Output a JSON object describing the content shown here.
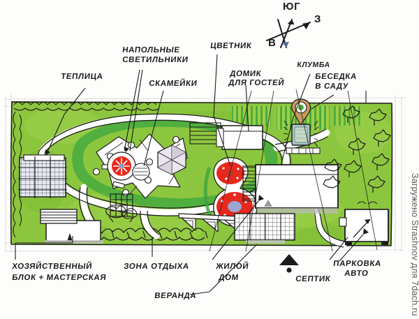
{
  "document": {
    "type": "hand-drawn landscape design plan",
    "credit_text": "Загружено Strashnov для 7dach.ru",
    "palette": {
      "lawn_green": "#8CC63E",
      "lawn_green_light": "#AFD44A",
      "hedge_green": "#3EA33C",
      "dark_green": "#2E8B2E",
      "flower_red": "#E8281E",
      "flower_center_blue": "#8C9BC6",
      "paper": "#FDFDFB",
      "ink": "#1B1B1B",
      "pencil_blue": "#5A6A9A",
      "pond_blue": "#7FA8B8",
      "gazebo_tan": "#C99A5E"
    }
  },
  "compass": {
    "name": "compass-rose",
    "north_label": "ЮГ",
    "east_label": "В",
    "west_label": "З"
  },
  "labels": {
    "greenhouse": "ТЕПЛИЦА",
    "floor_lights_line1": "НАПОЛЬНЫЕ",
    "floor_lights_line2": "СВЕТИЛЬНИКИ",
    "benches": "СКАМЕЙКИ",
    "flower_garden": "ЦВЕТНИК",
    "guest_house_line1": "ДОМИК",
    "guest_house_line2": "ДЛЯ ГОСТЕЙ",
    "flowerbed": "КЛУМБА",
    "garden_gazebo_line1": "БЕСЕДКА",
    "garden_gazebo_line2": "В САДУ",
    "utility_block_line1": "ХОЗЯЙСТВЕННЫЙ",
    "utility_block_line2": "БЛОК + МАСТЕРСКАЯ",
    "rest_zone": "ЗОНА ОТДЫХА",
    "living_house_line1": "ЖИЛОЙ",
    "living_house_line2": "ДОМ",
    "veranda": "ВЕРАНДА",
    "septic": "СЕПТИК",
    "parking_line1": "ПАРКОВКА",
    "parking_line2": "АВТО"
  },
  "plan_features": [
    {
      "id": "greenhouse",
      "kind": "structure",
      "note": "gridded greenhouse at left"
    },
    {
      "id": "utility-block",
      "kind": "building",
      "note": "utility block + workshop, bottom left"
    },
    {
      "id": "floor-lights",
      "kind": "fixtures",
      "note": "small circles along path"
    },
    {
      "id": "benches",
      "kind": "furniture",
      "note": "benches near star-shaped paving"
    },
    {
      "id": "flower-garden",
      "kind": "planting",
      "note": "red circular flower garden"
    },
    {
      "id": "guest-house",
      "kind": "building",
      "note": "small guest house, upper middle"
    },
    {
      "id": "flowerbed",
      "kind": "planting",
      "note": "round flowerbed near gazebo"
    },
    {
      "id": "garden-gazebo",
      "kind": "structure",
      "note": "gazebo in the garden, upper right"
    },
    {
      "id": "pond",
      "kind": "water",
      "note": "small rectangular pond next to gazebo"
    },
    {
      "id": "living-house",
      "kind": "building",
      "note": "main living house, right"
    },
    {
      "id": "veranda",
      "kind": "structure",
      "note": "veranda attached to living house"
    },
    {
      "id": "rest-zone",
      "kind": "zone",
      "note": "rest / recreation zone centre-bottom"
    },
    {
      "id": "septic",
      "kind": "utility",
      "note": "septic tank symbol"
    },
    {
      "id": "parking",
      "kind": "paving",
      "note": "car parking, bottom right"
    },
    {
      "id": "hedge",
      "kind": "planting",
      "note": "hedge along plot borders"
    },
    {
      "id": "trees",
      "kind": "planting",
      "note": "trees & shrubs on right side"
    }
  ]
}
